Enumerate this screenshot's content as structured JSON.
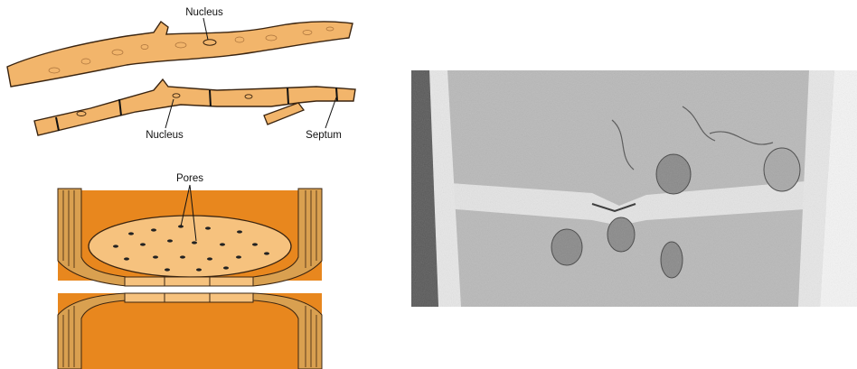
{
  "labels": {
    "nucleus_top": "Nucleus",
    "nucleus_bottom": "Nucleus",
    "septum": "Septum",
    "pores": "Pores"
  },
  "colors": {
    "hypha_fill": "#f2b56b",
    "hypha_outline": "#3a2410",
    "cell_orange": "#e8871e",
    "cell_wall": "#d9a050",
    "septum_plate": "#f6c27e",
    "micrograph_bg": "#b9b9b9"
  }
}
